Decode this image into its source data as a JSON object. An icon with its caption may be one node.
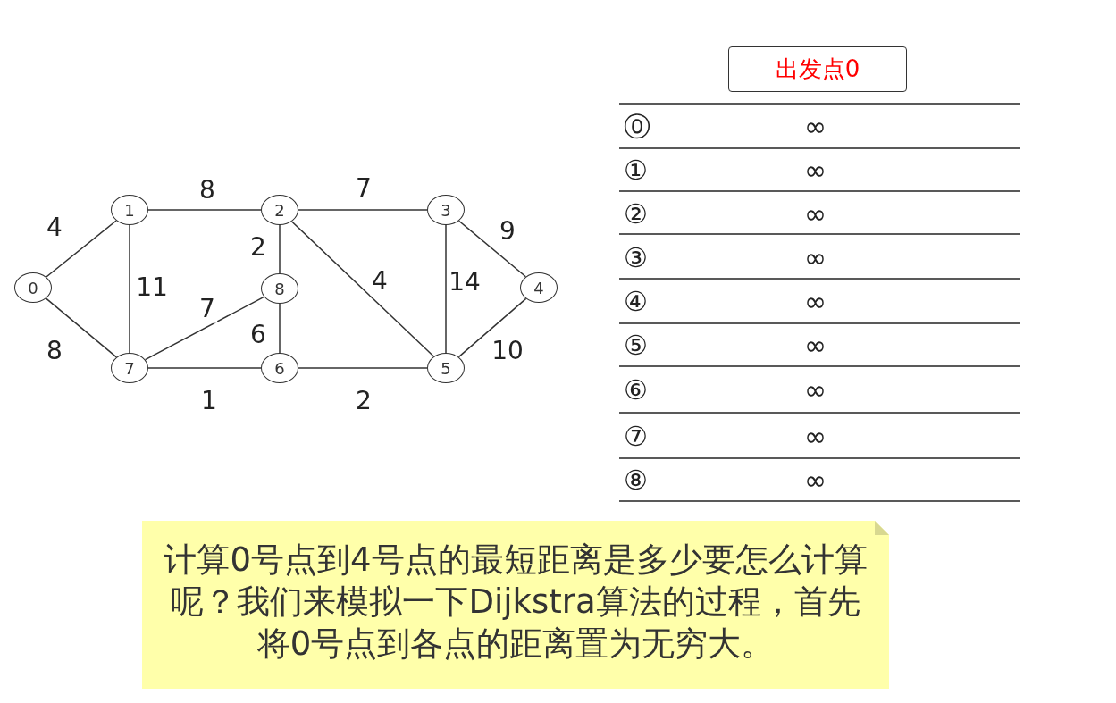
{
  "diagram": {
    "nodes": [
      {
        "text": [
          "0"
        ]
      },
      {
        "text": [
          "1"
        ]
      },
      {
        "text": [
          "2"
        ]
      },
      {
        "text": [
          "3"
        ]
      },
      {
        "text": [
          "4"
        ]
      },
      {
        "text": [
          "5"
        ]
      },
      {
        "text": [
          "6"
        ]
      },
      {
        "text": [
          "7"
        ]
      },
      {
        "text": [
          "8"
        ]
      },
      {
        "text": [
          "出发点0"
        ]
      },
      {
        "text": [
          "计算0号点到4号点的最短距离是多少要怎么计算呢？我们来模拟一下Dijkstra算法的过程，首先将0号点到各点的距离置为无穷大。"
        ]
      }
    ],
    "edges": [
      {
        "from": 0,
        "to": 1,
        "arrow": "none",
        "label": "4"
      },
      {
        "from": 0,
        "to": 7,
        "arrow": "none",
        "label": "8"
      },
      {
        "from": 1,
        "to": 2,
        "arrow": "none",
        "label": "8"
      },
      {
        "from": 1,
        "to": 7,
        "arrow": "none",
        "label": "11"
      },
      {
        "from": 2,
        "to": 3,
        "arrow": "none",
        "label": "7"
      },
      {
        "from": 2,
        "to": 8,
        "arrow": "none",
        "label": "2"
      },
      {
        "from": 2,
        "to": 5,
        "arrow": "none",
        "label": "4"
      },
      {
        "from": 3,
        "to": 4,
        "arrow": "none",
        "label": "9"
      },
      {
        "from": 3,
        "to": 5,
        "arrow": "none",
        "label": "14"
      },
      {
        "from": 4,
        "to": 5,
        "arrow": "none",
        "label": "10"
      },
      {
        "from": 8,
        "to": 7,
        "arrow": "none",
        "label": "7"
      },
      {
        "from": 8,
        "to": 6,
        "arrow": "none",
        "label": "6"
      },
      {
        "from": 7,
        "to": 6,
        "arrow": "none",
        "label": "1"
      },
      {
        "from": 6,
        "to": 5,
        "arrow": "none",
        "label": "2"
      }
    ],
    "labels": [
      "⓪",
      "∞",
      "①",
      "∞",
      "②",
      "∞",
      "③",
      "∞",
      "④",
      "∞",
      "⑤",
      "∞",
      "⑥",
      "∞",
      "⑦",
      "∞",
      "⑧",
      "∞"
    ]
  }
}
